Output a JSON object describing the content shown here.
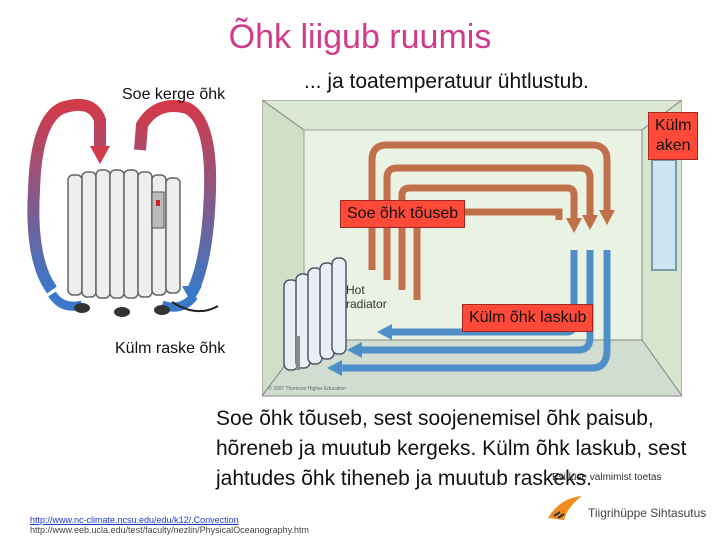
{
  "title": "Õhk liigub ruumis",
  "labels": {
    "soe_kerge": "Soe kerge õhk",
    "toatemperatuur": "... ja toatemperatuur ühtlustub.",
    "kylm_aken": [
      "Külm",
      "aken"
    ],
    "soe_tous": "Soe õhk tõuseb",
    "kylm_lask": "Külm õhk laskub",
    "kylm_raske": "Külm raske  õhk",
    "hot_radiator": [
      "Hot",
      "radiator"
    ],
    "copyright": "© 2007 Thomson Higher Education"
  },
  "caption": "Soe õhk tõuseb, sest soojenemisel õhk paisub, hõreneb ja muutub kergeks. Külm õhk laskub, sest jahtudes õhk tiheneb ja muutub raskeks.",
  "credit": {
    "text": "Esitluse valmimist toetas",
    "name": "Tiigrihüppe Sihtasutus"
  },
  "links": [
    "http://www.nc-climate.ncsu.edu/edu/k12/.Convection",
    "http://www.eeb.ucla.edu/test/faculty/nezlin/PhysicalOceanography.htm"
  ],
  "colors": {
    "title": "#d23a8a",
    "warm_arrow": "#c0704a",
    "cool_arrow": "#4f8fc8",
    "label_bg": "#ff4a3a",
    "radiator_left_warm": "#d23a4a",
    "radiator_left_cool": "#3a78c8"
  }
}
